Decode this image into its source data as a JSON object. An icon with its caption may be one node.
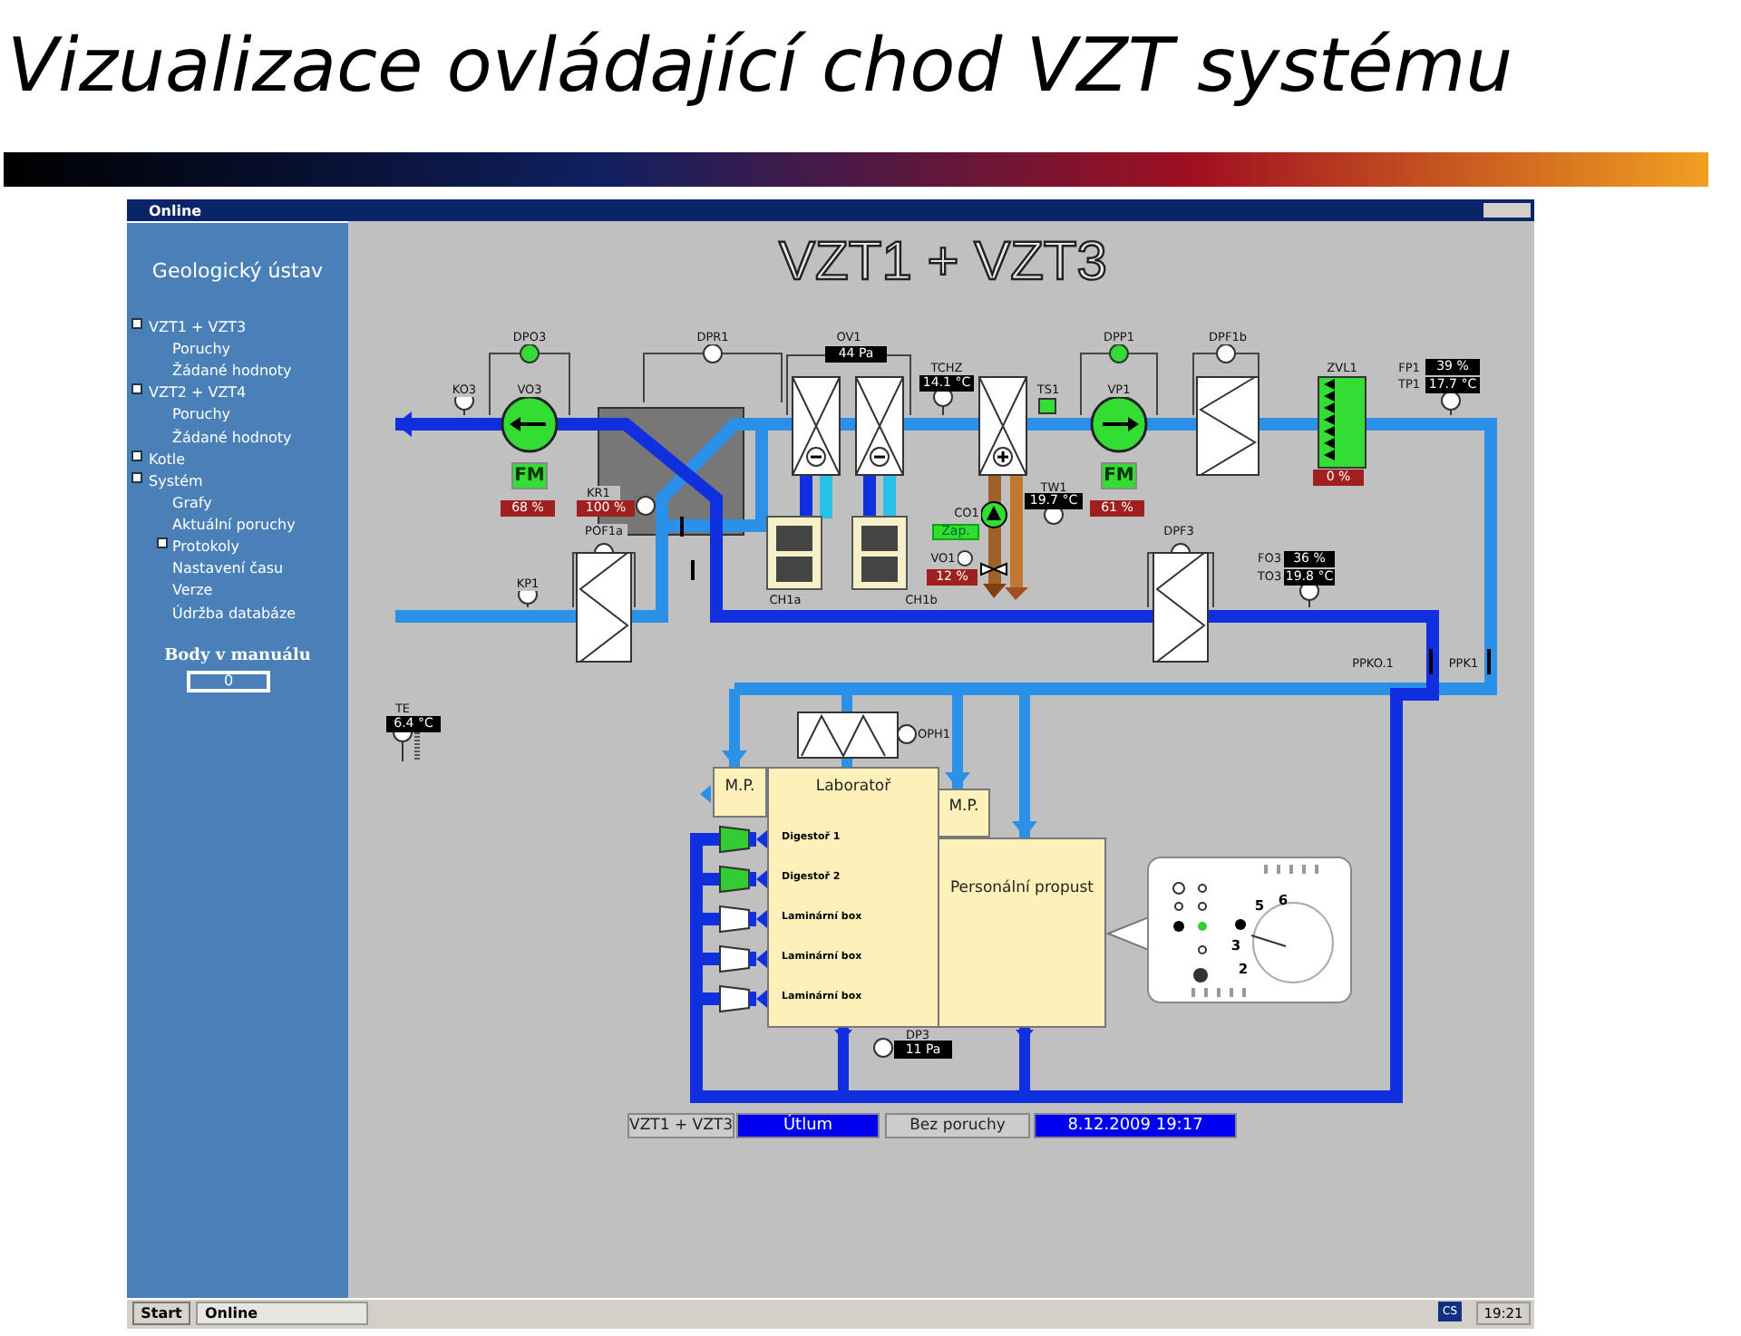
{
  "diagram": {
    "title": "Vizualizace ovládající chod VZT systému",
    "nodes": [
      {
        "text": [
          "M.P."
        ]
      },
      {
        "text": [
          "Laboratoř"
        ]
      },
      {
        "text": [
          "M.P."
        ]
      },
      {
        "text": [
          "Personální propust"
        ]
      }
    ],
    "edges": [
      {
        "from": null,
        "to": 0,
        "arrow": "to"
      },
      {
        "from": null,
        "to": 1,
        "arrow": "to"
      },
      {
        "from": null,
        "to": 2,
        "arrow": "to"
      },
      {
        "from": null,
        "to": 3,
        "arrow": "to"
      },
      {
        "from": 1,
        "to": null,
        "arrow": "to",
        "color": "#1030e0"
      },
      {
        "from": 3,
        "to": null,
        "arrow": "to",
        "color": "#1030e0"
      }
    ],
    "labels": [
      "Online",
      "Geologický ústav",
      "VZT1 + VZT3",
      "Poruchy",
      "Žádané hodnoty",
      "VZT2 + VZT4",
      "Poruchy",
      "Žádané hodnoty",
      "Kotle",
      "Systém",
      "Grafy",
      "Aktuální poruchy",
      "Protokoly",
      "Nastavení času",
      "Verze",
      "Údržba databáze",
      "Body v manuálu",
      "0",
      "VZT1 + VZT3",
      "DPO3",
      "DPR1",
      "OV1",
      "DPP1",
      "DPF1b",
      "44 Pa",
      "TCHZ",
      "ZVL1",
      "FP1",
      "39 %",
      "14.1 °C",
      "TP1",
      "17.7 °C",
      "KO3",
      "VO3",
      "TS1",
      "VP1",
      "FM",
      "FM",
      "0 %",
      "TW1",
      "KR1",
      "19.7 °C",
      "68 %",
      "100 %",
      "61 %",
      "CO1",
      "POF1a",
      "Zap.",
      "DPF3",
      "VO1",
      "FO3",
      "36 %",
      "12 %",
      "TO3",
      "19.8 °C",
      "KP1",
      "CH1a",
      "CH1b",
      "PPKO.1",
      "PPK1",
      "TE",
      "6.4 °C",
      "OPH1",
      "Digestoř 1",
      "Digestoř 2",
      "Laminární box",
      "Laminární box",
      "Laminární box",
      "DP3",
      "11 Pa",
      "5",
      "6",
      "3",
      "2",
      "VZT1 + VZT3",
      "Útlum",
      "Bez poruchy",
      "8.12.2009 19:17",
      "Start",
      "Online",
      "CS",
      "19:21"
    ]
  }
}
